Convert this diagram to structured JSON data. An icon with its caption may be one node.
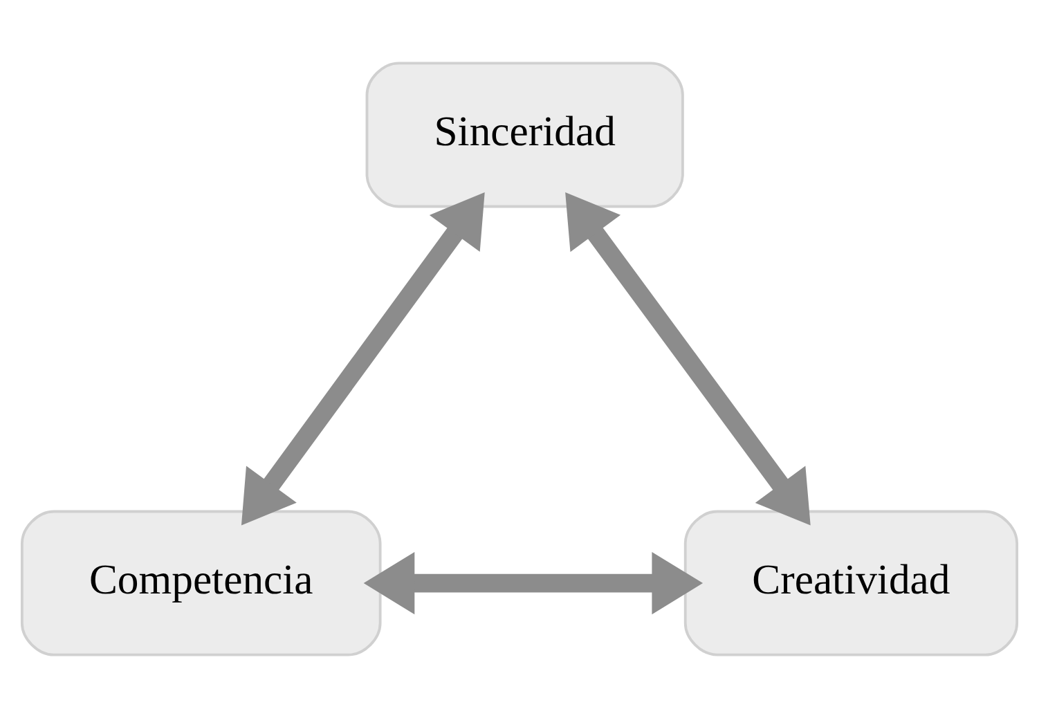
{
  "diagram": {
    "nodes": [
      {
        "text": [
          "Sinceridad"
        ]
      },
      {
        "text": [
          "Competencia"
        ]
      },
      {
        "text": [
          "Creatividad"
        ]
      }
    ],
    "edges": [
      {
        "from": 0,
        "to": 1,
        "arrow": "both"
      },
      {
        "from": 0,
        "to": 2,
        "arrow": "both"
      },
      {
        "from": 1,
        "to": 2,
        "arrow": "both"
      }
    ]
  }
}
